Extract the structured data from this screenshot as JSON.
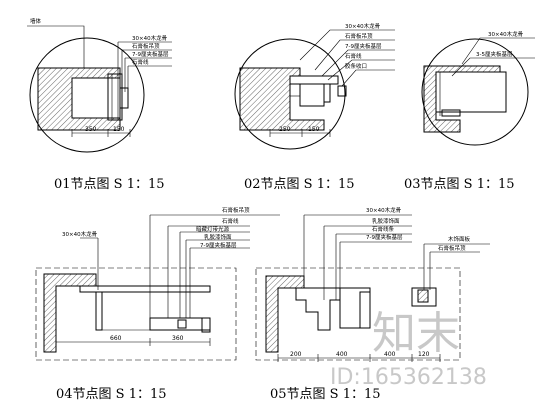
{
  "details": [
    {
      "caption": "01节点图 S 1：15",
      "labels": [
        "墙体",
        "30×40木龙骨",
        "石膏板吊顶",
        "7-9厘夹板基层",
        "石膏线"
      ],
      "dims": [
        "350",
        "150"
      ]
    },
    {
      "caption": "02节点图 S 1：15",
      "labels": [
        "30×40木龙骨",
        "石膏板吊顶",
        "7-9厘夹板基层",
        "石膏线",
        "胶条收口"
      ],
      "dims": [
        "250",
        "150"
      ]
    },
    {
      "caption": "03节点图 S 1：15",
      "labels": [
        "30×40木龙骨",
        "3-5厘夹板基层"
      ],
      "dims": []
    },
    {
      "caption": "04节点图 S 1：15",
      "labels": [
        "石膏板吊顶",
        "石膏线",
        "暗藏灯带光源",
        "乳胶漆饰面",
        "7-9厘夹板基层",
        "30×40木龙骨"
      ],
      "dims": [
        "660",
        "360"
      ]
    },
    {
      "caption": "05节点图 S 1：15",
      "labels": [
        "30×40木龙骨",
        "乳胶漆饰面",
        "石膏线条",
        "7-9厘夹板基层",
        "木饰面板",
        "石膏板吊顶"
      ],
      "dims": [
        "200",
        "400",
        "400",
        "120"
      ]
    }
  ],
  "watermark": {
    "logo_text": "知末",
    "id_text": "ID:165362138"
  }
}
